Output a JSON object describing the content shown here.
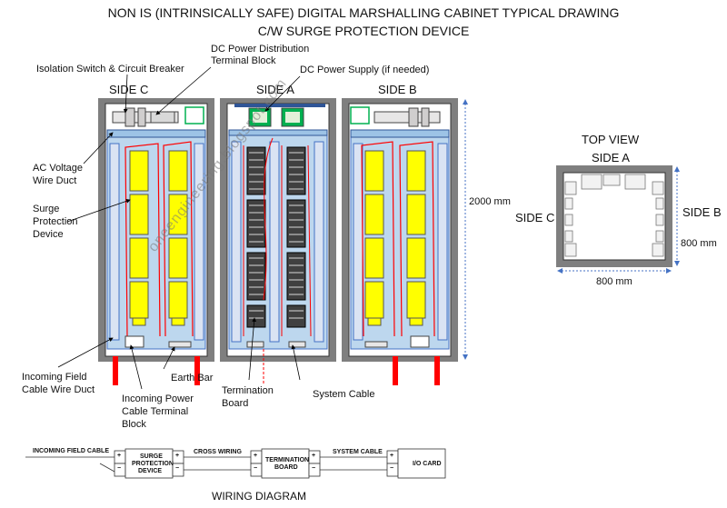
{
  "title": {
    "line1": "NON IS (INTRINSICALLY SAFE) DIGITAL MARSHALLING CABINET TYPICAL DRAWING",
    "line2": "C/W SURGE PROTECTION DEVICE"
  },
  "sides": {
    "c": "SIDE C",
    "a": "SIDE A",
    "b": "SIDE B"
  },
  "callouts": {
    "dc_dist_1": "DC Power Distribution",
    "dc_dist_2": "Terminal Block",
    "isolation": "Isolation Switch & Circuit Breaker",
    "dc_supply": "DC Power Supply (if needed)",
    "ac_duct_1": "AC Voltage",
    "ac_duct_2": "Wire Duct",
    "surge_1": "Surge",
    "surge_2": "Protection",
    "surge_3": "Device",
    "height": "2000 mm",
    "field_duct_1": "Incoming Field",
    "field_duct_2": "Cable Wire Duct",
    "earth_bar": "Earth Bar",
    "power_tb_1": "Incoming Power",
    "power_tb_2": "Cable Terminal",
    "power_tb_3": "Block",
    "term_board_1": "Termination",
    "term_board_2": "Board",
    "system_cable": "System Cable"
  },
  "top_view": {
    "title": "TOP VIEW",
    "side_a": "SIDE A",
    "side_b": "SIDE B",
    "side_c": "SIDE C",
    "depth": "800 mm",
    "width": "800 mm"
  },
  "wiring": {
    "incoming": "INCOMING FIELD CABLE",
    "spd_1": "SURGE",
    "spd_2": "PROTECTION",
    "spd_3": "DEVICE",
    "cross": "CROSS WIRING",
    "tb_1": "TERMINATION",
    "tb_2": "BOARD",
    "system": "SYSTEM CABLE",
    "io": "I/O CARD",
    "plus": "+",
    "minus": "−",
    "caption": "WIRING DIAGRAM"
  },
  "watermark": "oneengineering.blogspot.com",
  "colors": {
    "panel_blue": "#bdd7ee",
    "cabinet_gray": "#7f7f7f",
    "spd_yellow": "#ffff00",
    "cable_red": "#ff0000",
    "psu_green": "#00b050",
    "dim_blue": "#4472c4"
  }
}
